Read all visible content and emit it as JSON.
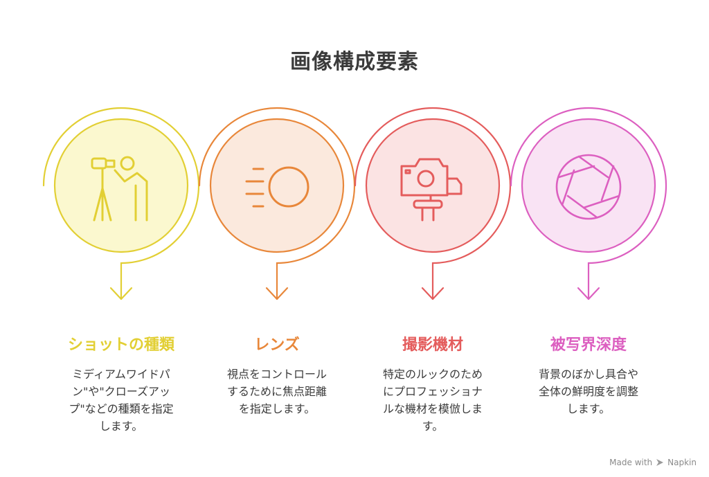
{
  "title": "画像構成要素",
  "colors": {
    "yellow": "#e2cf34",
    "orange": "#e8873a",
    "red": "#e45c5c",
    "pink": "#dc5fc0",
    "yellow_fill": "#fbf8cf",
    "orange_fill": "#fbe9dd",
    "red_fill": "#fbe3e3",
    "pink_fill": "#f9e3f4"
  },
  "steps": [
    {
      "title": "ショットの種類",
      "icon": "photographer-icon",
      "description": "ミディアムワイドパン\"や\"クローズアップ\"などの種類を指定します。",
      "lines": [
        "ミディアムワイドパ",
        "ン\"や\"クローズアッ",
        "プ\"などの種類を指定",
        "します。"
      ]
    },
    {
      "title": "レンズ",
      "icon": "lens-icon",
      "description": "視点をコントロールするために焦点距離を指定します。",
      "lines": [
        "視点をコントロール",
        "するために焦点距離",
        "を指定します。"
      ]
    },
    {
      "title": "撮影機材",
      "icon": "camera-icon",
      "description": "特定のルックのためにプロフェッショナルな機材を模倣します。",
      "lines": [
        "特定のルックのため",
        "にプロフェッショナ",
        "ルな機材を模倣しま",
        "す。"
      ]
    },
    {
      "title": "被写界深度",
      "icon": "aperture-icon",
      "description": "背景のぼかし具合や全体の鮮明度を調整します。",
      "lines": [
        "背景のぼかし具合や",
        "全体の鮮明度を調整",
        "します。"
      ]
    }
  ],
  "footer": {
    "made_with": "Made with",
    "brand": "Napkin"
  }
}
